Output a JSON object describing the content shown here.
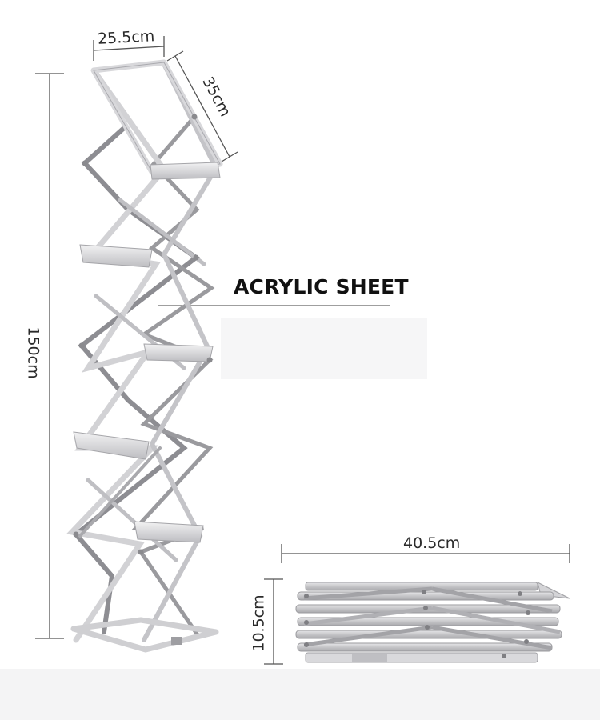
{
  "labels": {
    "top_width": "25.5cm",
    "top_depth": "35cm",
    "height": "150cm",
    "callout": "ACRYLIC SHEET",
    "folded_width": "40.5cm",
    "folded_height": "10.5cm"
  },
  "colors": {
    "frame_light": "#d9d9db",
    "frame_mid": "#b8b8bb",
    "frame_dark": "#8a8a8e",
    "dimension_line": "#555555",
    "background_panel": "#f4f4f5"
  },
  "icons": [
    "dimension-arrow",
    "hinge-pin"
  ]
}
